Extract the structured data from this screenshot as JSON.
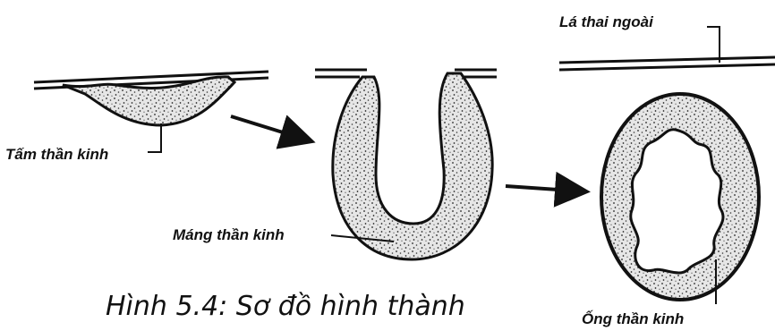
{
  "diagram": {
    "labels": {
      "outer_layer": "Lá thai ngoài",
      "neural_plate": "Tấm thần kinh",
      "neural_groove": "Máng thần kinh",
      "neural_tube": "Ống thần kinh"
    },
    "caption": "Hình 5.4: Sơ đồ hình thành",
    "colors": {
      "ink": "#111111",
      "tissue_fill": "#e9e9e9",
      "paper": "#ffffff"
    }
  }
}
